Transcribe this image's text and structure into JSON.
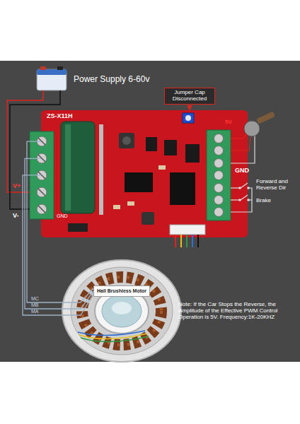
{
  "diagram": {
    "nodes": [
      {
        "text": [
          "Jumper Cap Disconnected"
        ]
      },
      {
        "text": [
          "ZS-X11H"
        ]
      },
      {
        "text": [
          "Hall Brushless Motor"
        ]
      }
    ],
    "edges": [
      {
        "from": 0,
        "to": 1,
        "arrow": "to"
      },
      {
        "from": 1,
        "to": 2,
        "label": "MC",
        "arrow": "none"
      },
      {
        "from": 1,
        "to": 2,
        "label": "MB",
        "arrow": "none"
      },
      {
        "from": 1,
        "to": 2,
        "label": "MA",
        "arrow": "none"
      }
    ],
    "labels": [
      "Power Supply 6-60v",
      "5V",
      "GND",
      "Forward and Reverse Dir",
      "Brake",
      "V+",
      "V-",
      "GND",
      "Note: If the Car Stops the Reverse, the Amplitude of the Effective PWM Control Operation is 5V. Frequency:1K-20KHZ"
    ]
  }
}
